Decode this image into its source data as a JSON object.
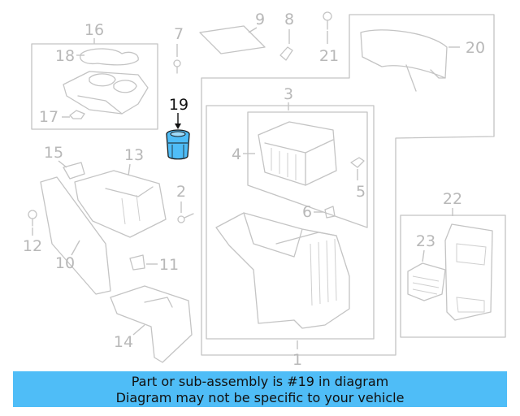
{
  "diagram": {
    "callouts": [
      "1",
      "2",
      "3",
      "4",
      "5",
      "6",
      "7",
      "8",
      "9",
      "10",
      "11",
      "12",
      "13",
      "14",
      "15",
      "16",
      "17",
      "18",
      "19",
      "20",
      "21",
      "22",
      "23"
    ],
    "highlight_callout": "19"
  },
  "banner": {
    "line1": "Part or sub-assembly is #19 in diagram",
    "line2": "Diagram may not be specific to your vehicle",
    "color": "#4fbdf7"
  },
  "colors": {
    "line": "#c4c4c4",
    "highlight_part": "#4fbdf7",
    "highlight_text": "#111111"
  }
}
